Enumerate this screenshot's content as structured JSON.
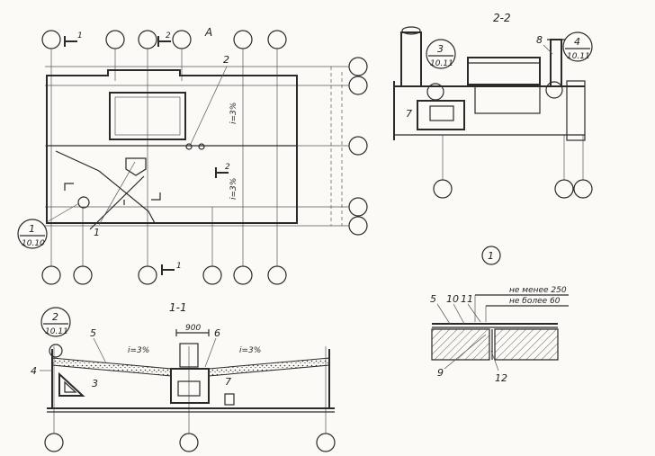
{
  "plan": {
    "axis_label": "А",
    "section_marks": [
      "1",
      "2",
      "2",
      "1"
    ],
    "callouts": [
      "2",
      "1",
      "2",
      "1"
    ],
    "slope_labels": [
      "i=3%",
      "i=3%"
    ],
    "detail_ref": {
      "num": "1",
      "sheet": "10.10"
    }
  },
  "section_11": {
    "title": "1-1",
    "dimension": "900",
    "slope_labels": [
      "i=3%",
      "i=3%"
    ],
    "callouts": [
      "5",
      "6",
      "4",
      "3",
      "7"
    ],
    "detail_ref": {
      "num": "2",
      "sheet": "10.11"
    }
  },
  "section_22": {
    "title": "2-2",
    "callouts": [
      "8",
      "7"
    ],
    "detail_refs": [
      {
        "num": "3",
        "sheet": "10.11"
      },
      {
        "num": "4",
        "sheet": "10.11"
      }
    ]
  },
  "detail_1": {
    "title": "1",
    "note_min": "не менее 250",
    "note_max": "не более 60",
    "callouts": [
      "5",
      "10",
      "11",
      "9",
      "12"
    ]
  }
}
